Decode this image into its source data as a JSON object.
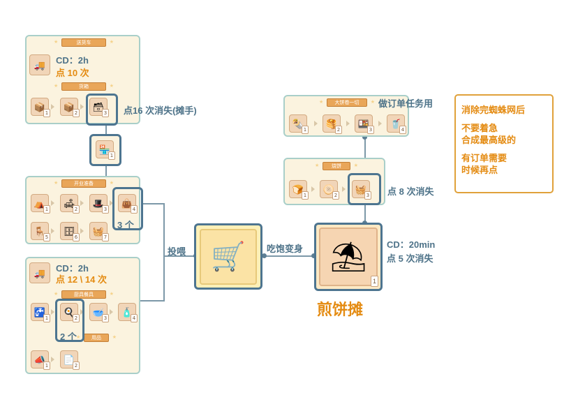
{
  "icons": {
    "truck": "🚚",
    "box": "📦",
    "boxes": "📦",
    "crates": "🗃",
    "stall": "🏪",
    "tent": "⛺",
    "cushion": "🛋",
    "hat": "🎩",
    "bag": "👜",
    "table": "🪑",
    "cabinet": "🗄",
    "shelf": "🧺",
    "sink": "🚰",
    "pan": "🍳",
    "bowls": "🥣",
    "bottle": "🧴",
    "flyer": "📣",
    "paper": "📄",
    "wrap": "🌯",
    "pancake": "🥞",
    "tray": "🍱",
    "cup": "🥤",
    "bread": "🍞",
    "flatbread": "🫓",
    "basket": "🧺",
    "cart": "🛒",
    "umbrella-cart": "⛱"
  },
  "panels": {
    "delivery": {
      "ribbon": "送货车",
      "cd": "CD：2h",
      "taps": "点 10 次",
      "sub_ribbon": "货箱",
      "items": [
        {
          "level": "1"
        },
        {
          "level": "2"
        },
        {
          "level": "3"
        }
      ],
      "annotation": "点16 次消失(摊手)"
    },
    "stall_item": {
      "level": "1"
    },
    "opening": {
      "ribbon": "开业准备",
      "items": [
        {
          "level": "1"
        },
        {
          "level": "2"
        },
        {
          "level": "3"
        },
        {
          "level": "4"
        },
        {
          "level": "5"
        },
        {
          "level": "6"
        },
        {
          "level": "7"
        }
      ],
      "count": "3 个"
    },
    "kitchen": {
      "cd": "CD：2h",
      "taps": "点 12 \\ 14 次",
      "ribbon": "厨具餐具",
      "items": [
        {
          "level": "1"
        },
        {
          "level": "2"
        },
        {
          "level": "3"
        },
        {
          "level": "4"
        }
      ],
      "count": "2 个",
      "sub_ribbon": "用品",
      "items2": [
        {
          "level": "1"
        },
        {
          "level": "2"
        }
      ]
    },
    "wrap": {
      "ribbon": "大饼卷一切",
      "items": [
        {
          "level": "1"
        },
        {
          "level": "2"
        },
        {
          "level": "3"
        },
        {
          "level": "4"
        }
      ],
      "annotation": "做订单任务用"
    },
    "bake": {
      "ribbon": "烧饼",
      "items": [
        {
          "level": "1"
        },
        {
          "level": "2"
        },
        {
          "level": "3"
        }
      ],
      "annotation": "点 8 次消失"
    }
  },
  "center": {
    "feed_label": "投喂",
    "transform_label": "吃饱变身",
    "result_level": "1",
    "result_cd": "CD：20min",
    "result_taps": "点 5 次消失",
    "result_title": "煎饼摊"
  },
  "note": {
    "lines": [
      "消除完蜘蛛网后",
      "不要着急",
      "合成最高级的",
      "有订单需要",
      "时候再点"
    ]
  },
  "colors": {
    "accent_blue": "#4d7590",
    "accent_orange": "#e48b12",
    "panel_border": "#a9cfc9",
    "panel_bg": "#fbf3df"
  }
}
